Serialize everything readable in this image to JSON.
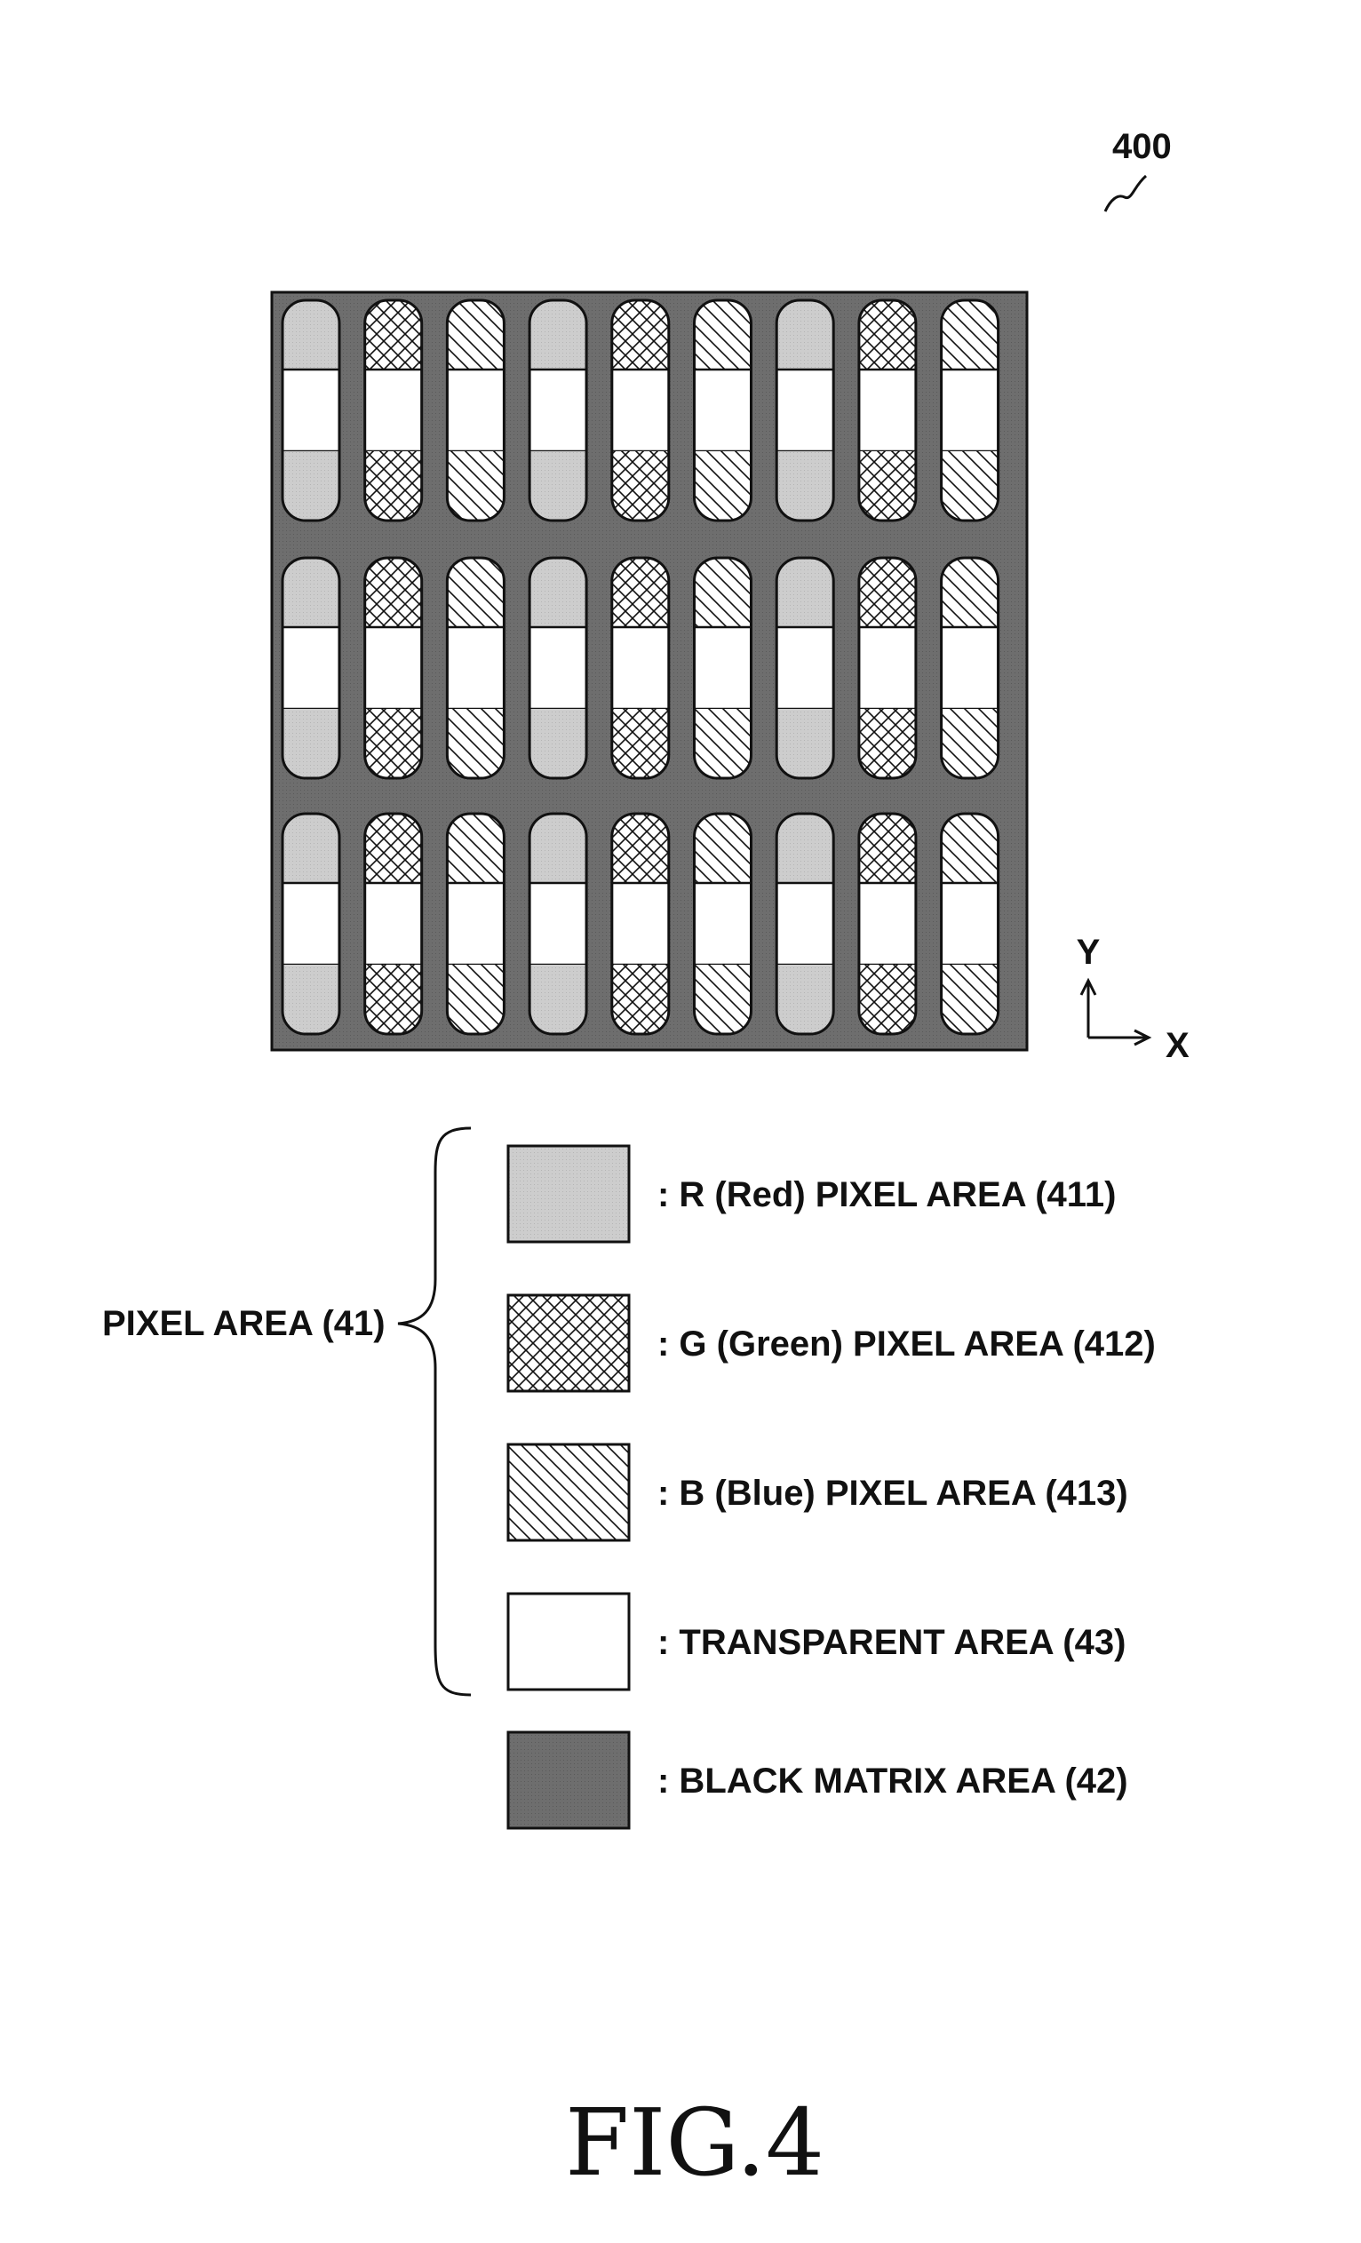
{
  "figure": {
    "ref_number": "400",
    "caption": "FIG.4",
    "axes": {
      "y_label": "Y",
      "x_label": "X"
    },
    "grid": {
      "columns": 9,
      "rows": 3,
      "column_pattern": [
        "R",
        "G",
        "B",
        "R",
        "G",
        "B",
        "R",
        "G",
        "B"
      ]
    },
    "group_label": "PIXEL AREA (41)",
    "legend": [
      {
        "key": "R",
        "fill": "red-stipple",
        "label": ": R (Red) PIXEL AREA (411)"
      },
      {
        "key": "G",
        "fill": "crosshatch",
        "label": ": G (Green) PIXEL AREA  (412)"
      },
      {
        "key": "B",
        "fill": "diagonal-hatch",
        "label": ": B (Blue) PIXEL AREA  (413)"
      },
      {
        "key": "T",
        "fill": "white",
        "label": ": TRANSPARENT AREA (43)"
      },
      {
        "key": "K",
        "fill": "dark-stipple",
        "label": ": BLACK MATRIX AREA (42)"
      }
    ],
    "colors": {
      "black_matrix": "#6e6e6e",
      "red_pixel": "#cdcdcd",
      "transparent": "#ffffff",
      "line": "#111111"
    }
  }
}
